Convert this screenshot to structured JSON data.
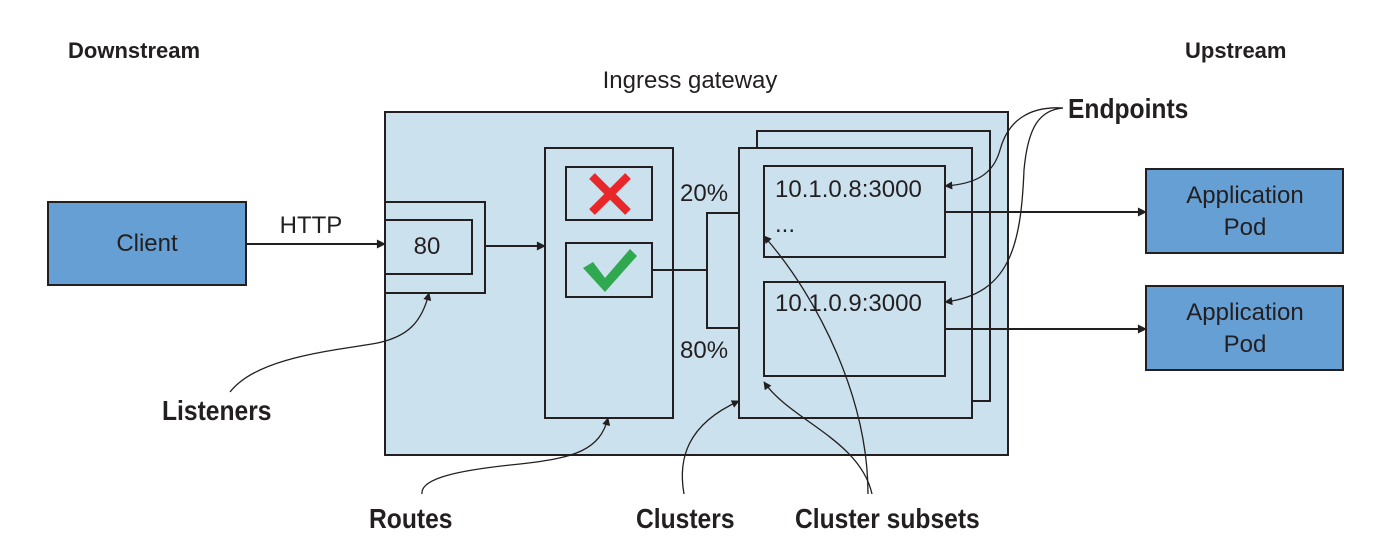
{
  "headers": {
    "downstream": "Downstream",
    "upstream": "Upstream"
  },
  "gateway": {
    "title": "Ingress gateway"
  },
  "client": {
    "label": "Client"
  },
  "protocol": "HTTP",
  "listener": {
    "port": "80"
  },
  "split": {
    "top": "20%",
    "bottom": "80%"
  },
  "endpoints": {
    "first": "10.1.0.8:3000",
    "first_more": "...",
    "second": "10.1.0.9:3000"
  },
  "pods": [
    {
      "line1": "Application",
      "line2": "Pod"
    },
    {
      "line1": "Application",
      "line2": "Pod"
    }
  ],
  "callouts": {
    "endpoints": "Endpoints",
    "listeners": "Listeners",
    "routes": "Routes",
    "clusters": "Clusters",
    "cluster_subsets": "Cluster subsets"
  },
  "colors": {
    "gateway_fill": "#cbe1ee",
    "component_fill": "#659fd3",
    "reject_mark": "#e8272a",
    "accept_mark": "#2fa84f"
  }
}
